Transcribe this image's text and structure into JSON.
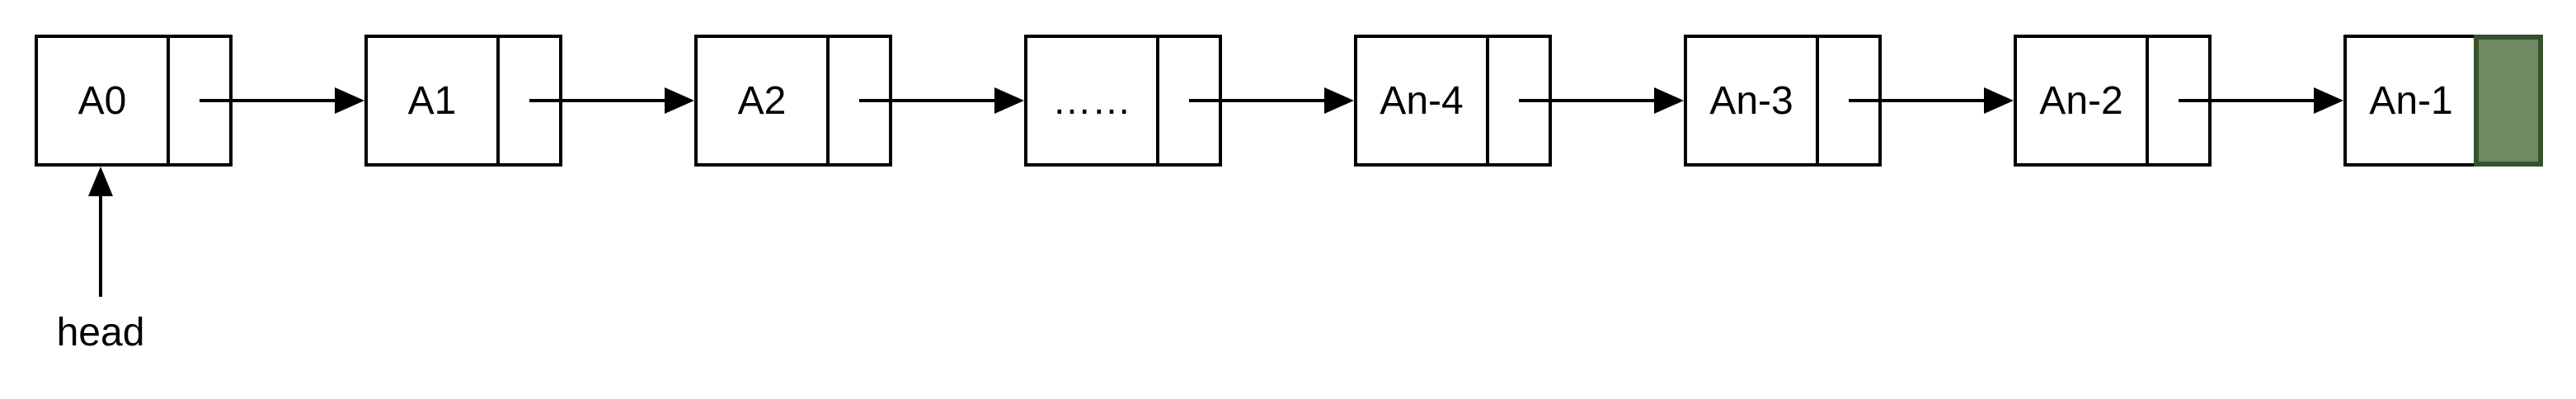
{
  "diagram": {
    "head": {
      "label": "head"
    },
    "nodes": [
      {
        "label": "A0"
      },
      {
        "label": "A1"
      },
      {
        "label": "A2"
      },
      {
        "label": "……"
      },
      {
        "label": "An-4"
      },
      {
        "label": "An-3"
      },
      {
        "label": "An-2"
      },
      {
        "label": "An-1"
      }
    ],
    "terminator": {
      "cell": "null-terminator-cell",
      "fill_color": "#6D8A63",
      "stroke_color": "#36512C"
    },
    "colors": {
      "line": "#000000",
      "node_fill": "#FFFFFF",
      "background": "#FFFFFF"
    }
  }
}
